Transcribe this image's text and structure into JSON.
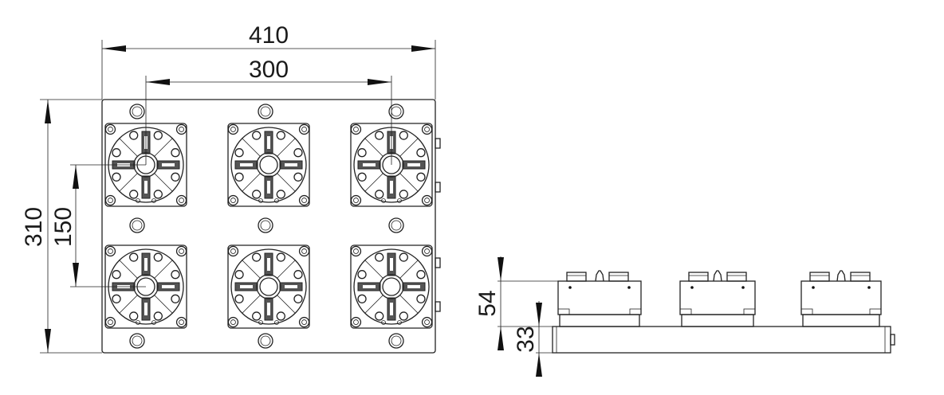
{
  "top_view": {
    "dimensions": {
      "overall_width": "410",
      "center_spacing_x": "300",
      "overall_depth": "310",
      "center_spacing_y": "150"
    },
    "chuck_grid": {
      "columns": 3,
      "rows": 2
    }
  },
  "side_view": {
    "dimensions": {
      "overall_height": "54",
      "base_height": "33"
    },
    "chuck_count": 3
  },
  "colors": {
    "line": "#222222",
    "background": "#ffffff"
  }
}
